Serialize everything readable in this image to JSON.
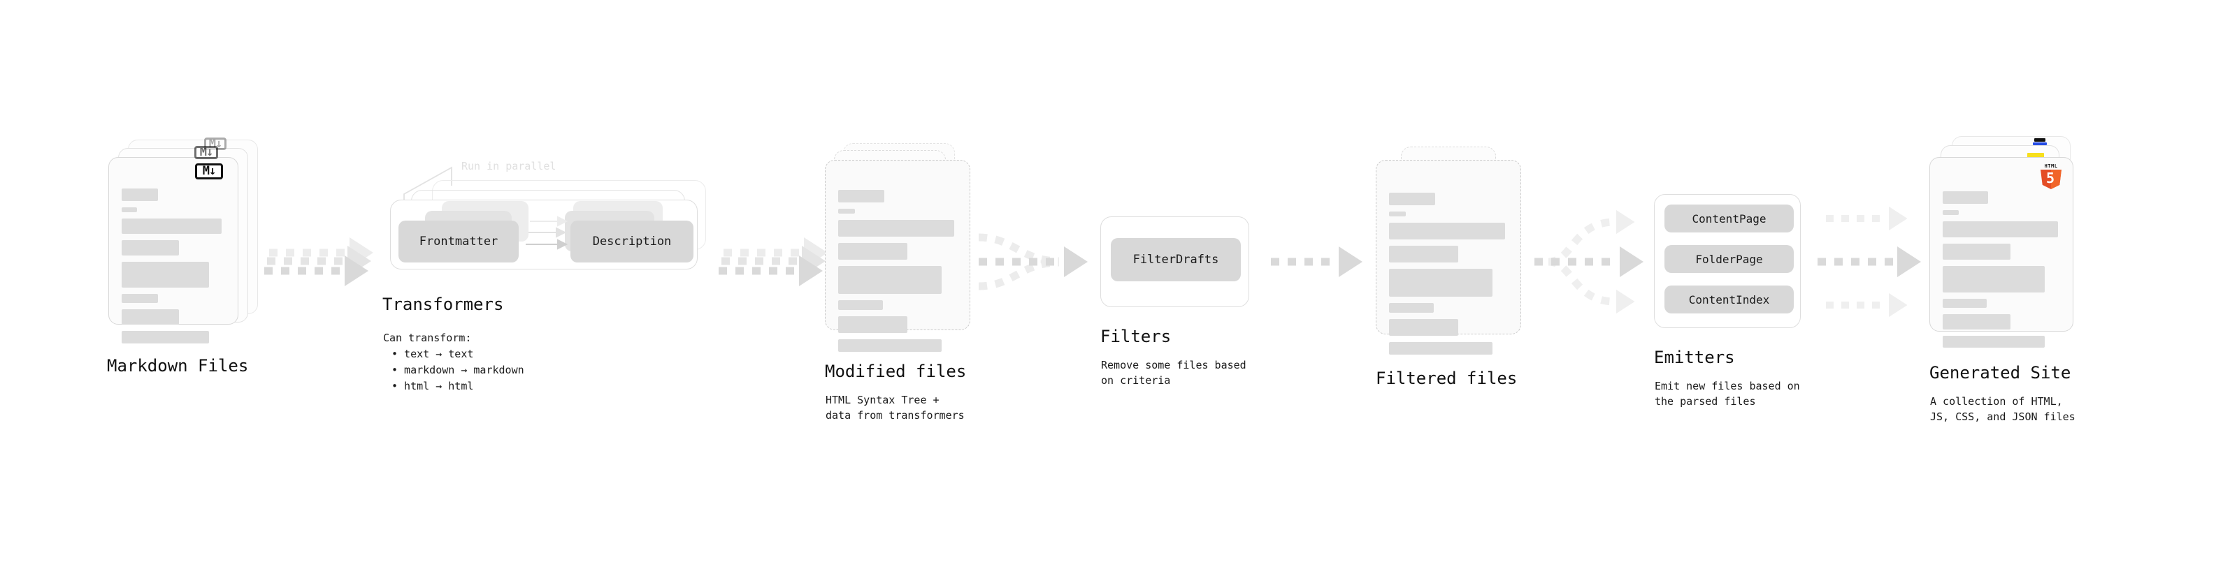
{
  "diagram": {
    "type": "pipeline-flow",
    "orientation": "left-to-right",
    "stages": [
      {
        "id": "markdown-files",
        "title": "Markdown Files",
        "description": "",
        "visual": "stacked-document-cards",
        "card_count": 3,
        "badge": "M↓",
        "badge_name": "markdown-icon"
      },
      {
        "id": "transformers",
        "title": "Transformers",
        "description_head": "Can transform:",
        "bullets": [
          "• text → text",
          "• markdown → markdown",
          "• html → html"
        ],
        "annotation": "Run in parallel",
        "visual": "stacked-plugin-boxes",
        "card_count": 3,
        "plugins": [
          "Frontmatter",
          "Description"
        ]
      },
      {
        "id": "modified-files",
        "title": "Modified files",
        "description": "HTML Syntax Tree +\ndata from transformers",
        "visual": "stacked-dashed-document-cards",
        "card_count": 3
      },
      {
        "id": "filters",
        "title": "Filters",
        "description": "Remove some files based\non criteria",
        "visual": "plugin-box",
        "plugins": [
          "FilterDrafts"
        ]
      },
      {
        "id": "filtered-files",
        "title": "Filtered files",
        "description": "",
        "visual": "stacked-dashed-document-cards",
        "card_count": 2
      },
      {
        "id": "emitters",
        "title": "Emitters",
        "description": "Emit new files based on\nthe parsed files",
        "visual": "plugin-box",
        "plugins": [
          "ContentPage",
          "FolderPage",
          "ContentIndex"
        ]
      },
      {
        "id": "generated-site",
        "title": "Generated Site",
        "description": "A collection of HTML,\nJS, CSS, and JSON files",
        "visual": "stacked-document-cards",
        "card_count": 3,
        "badges": [
          "CSS",
          "JS",
          "HTML5"
        ],
        "badge_html5_label": "HTML",
        "badge_html5_number": "5"
      }
    ],
    "connectors": [
      {
        "from": "markdown-files",
        "to": "transformers",
        "style": "dashed-arrow",
        "lanes": 3
      },
      {
        "from": "transformers",
        "to": "modified-files",
        "style": "dashed-arrow",
        "lanes": 3
      },
      {
        "from": "modified-files",
        "to": "filters",
        "style": "dashed-arrow-merge",
        "lanes": 3
      },
      {
        "from": "filters",
        "to": "filtered-files",
        "style": "dashed-arrow",
        "lanes": 1
      },
      {
        "from": "filtered-files",
        "to": "emitters",
        "style": "dashed-arrow-split",
        "lanes": 3
      },
      {
        "from": "emitters",
        "to": "generated-site",
        "style": "dashed-arrow",
        "lanes": 3
      }
    ],
    "colors": {
      "background": "#ffffff",
      "text": "#111111",
      "skeleton_bar": "#dcdcdc",
      "chip": "#d8d8d8",
      "border": "#dedede",
      "arrow": "#d9d9d9",
      "annotation": "#e0e0e0",
      "html5_orange": "#e44d26",
      "js_yellow": "#f7df1e",
      "css_blue": "#264de4"
    }
  }
}
